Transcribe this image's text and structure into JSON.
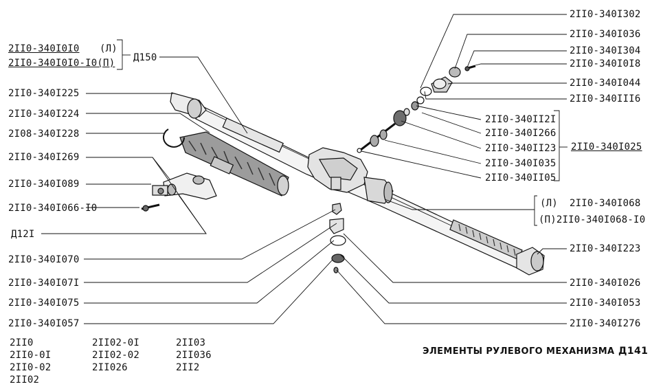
{
  "left_labels": {
    "part_2110_3401010": "2II0-340I0I0",
    "suffix_l": "(Л)",
    "part_2110_3401010_10": "2II0-340I0I0-I0(П)",
    "d150": "Д150",
    "part_3401225": "2II0-340I225",
    "part_3401224": "2II0-340I224",
    "part_3401228": "2I08-340I228",
    "part_3401269": "2II0-340I269",
    "part_3401089": "2II0-340I089",
    "part_3401066": "2II0-340I066-I0",
    "d121": "Д12I",
    "part_3401070": "2II0-340I070",
    "part_3401071": "2II0-340I07I",
    "part_3401075": "2II0-340I075",
    "part_3401057": "2II0-340I057"
  },
  "right_labels": {
    "part_3401302": "2II0-340I302",
    "part_3401036": "2II0-340I036",
    "part_3401304": "2II0-340I304",
    "part_3401018": "2II0-340I0I8",
    "part_3401044": "2II0-340I044",
    "part_3401116": "2II0-340III6",
    "part_3401121": "2II0-340II2I",
    "part_3401266": "2II0-340I266",
    "part_3401123": "2II0-340II23",
    "part_3401025": "2II0-340I025",
    "part_3401035": "2II0-340I035",
    "part_3401105": "2II0-340II05",
    "rack_l": "(Л)",
    "part_3401068": "2II0-340I068",
    "rack_p": "(П)2II0-340I068-I0",
    "part_3401223": "2II0-340I223",
    "part_3401026": "2II0-340I026",
    "part_3401053": "2II0-340I053",
    "part_3401276": "2II0-340I276"
  },
  "models": {
    "col1": [
      "2II0",
      "2II0-0I",
      "2II0-02",
      "2II02"
    ],
    "col2": [
      "2II02-0I",
      "2II02-02",
      "2II026"
    ],
    "col3": [
      "2II03",
      "2II036",
      "2II2"
    ]
  },
  "footer": {
    "title": "ЭЛЕМЕНТЫ РУЛЕВОГО МЕХАНИЗМА",
    "page_code": "Д141"
  }
}
